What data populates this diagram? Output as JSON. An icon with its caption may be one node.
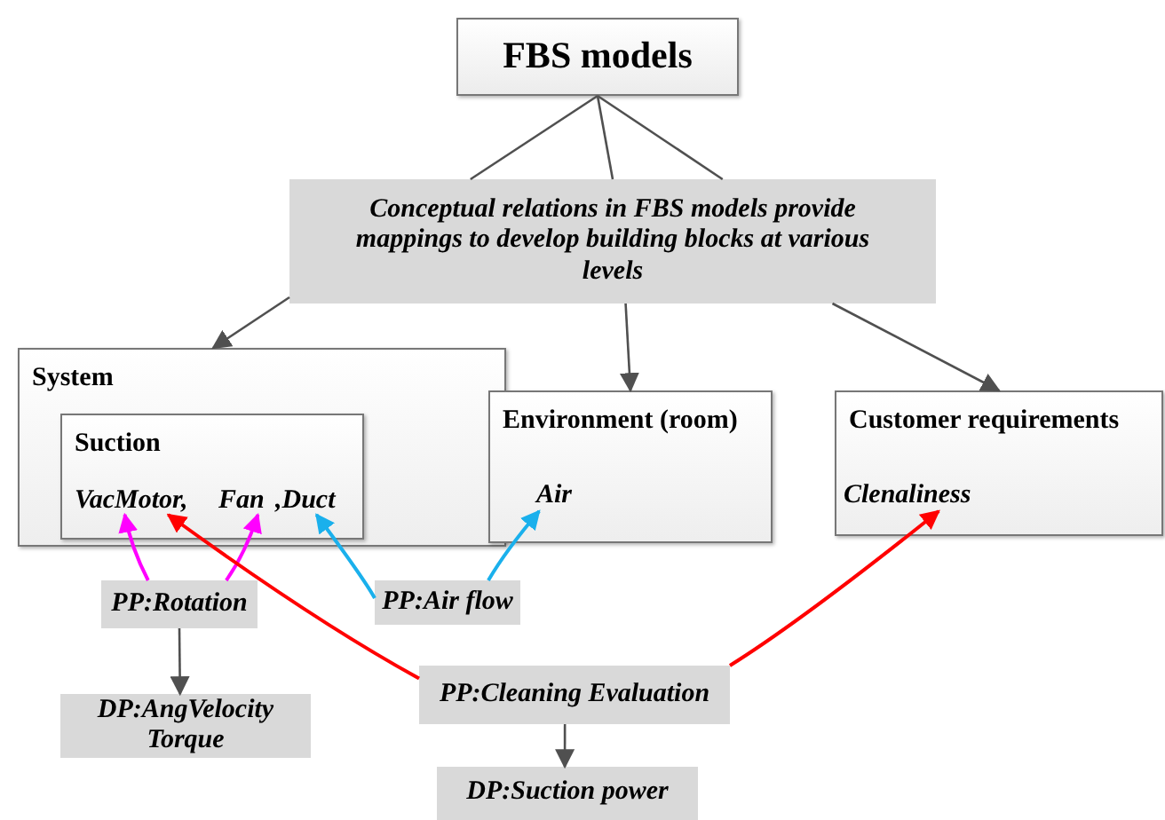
{
  "diagram": {
    "nodes": [
      {
        "text": [
          "FBS models"
        ]
      },
      {
        "text": [
          "Conceptual relations in FBS models provide mappings to develop building blocks at various levels"
        ]
      },
      {
        "text": [
          "System"
        ]
      },
      {
        "text": [
          "Suction"
        ],
        "in": 2
      },
      {
        "text": [
          "VacMotor,"
        ],
        "in": 3
      },
      {
        "text": [
          "Fan"
        ],
        "in": 3
      },
      {
        "text": [
          ",Duct"
        ],
        "in": 3
      },
      {
        "text": [
          "Environment (room)"
        ]
      },
      {
        "text": [
          "Air"
        ],
        "in": 7
      },
      {
        "text": [
          "Customer requirements"
        ]
      },
      {
        "text": [
          "Clenaliness"
        ],
        "in": 9
      },
      {
        "text": [
          "PP:Rotation"
        ]
      },
      {
        "text": [
          "DP:AngVelocity Torque"
        ]
      },
      {
        "text": [
          "PP:Air flow"
        ]
      },
      {
        "text": [
          "PP:Cleaning Evaluation"
        ]
      },
      {
        "text": [
          "DP:Suction power"
        ]
      }
    ],
    "edges": [
      {
        "from": 0,
        "to": 1,
        "arrow": "none"
      },
      {
        "from": 0,
        "to": 1,
        "arrow": "none"
      },
      {
        "from": 0,
        "to": 1,
        "arrow": "none"
      },
      {
        "from": 1,
        "to": 2,
        "arrow": "to"
      },
      {
        "from": 1,
        "to": 7,
        "arrow": "to"
      },
      {
        "from": 1,
        "to": 9,
        "arrow": "to"
      },
      {
        "from": 11,
        "to": 12,
        "arrow": "to"
      },
      {
        "from": 14,
        "to": 15,
        "arrow": "to"
      },
      {
        "from": 11,
        "to": 4,
        "arrow": "to",
        "color": "#ff00ff"
      },
      {
        "from": 11,
        "to": 5,
        "arrow": "to",
        "color": "#ff00ff"
      },
      {
        "from": 13,
        "to": 6,
        "arrow": "to",
        "color": "#1ab0ec"
      },
      {
        "from": 13,
        "to": 8,
        "arrow": "to",
        "color": "#1ab0ec"
      },
      {
        "from": 14,
        "to": 4,
        "arrow": "to",
        "color": "#ff0000"
      },
      {
        "from": 14,
        "to": 10,
        "arrow": "to",
        "color": "#ff0000"
      }
    ]
  }
}
